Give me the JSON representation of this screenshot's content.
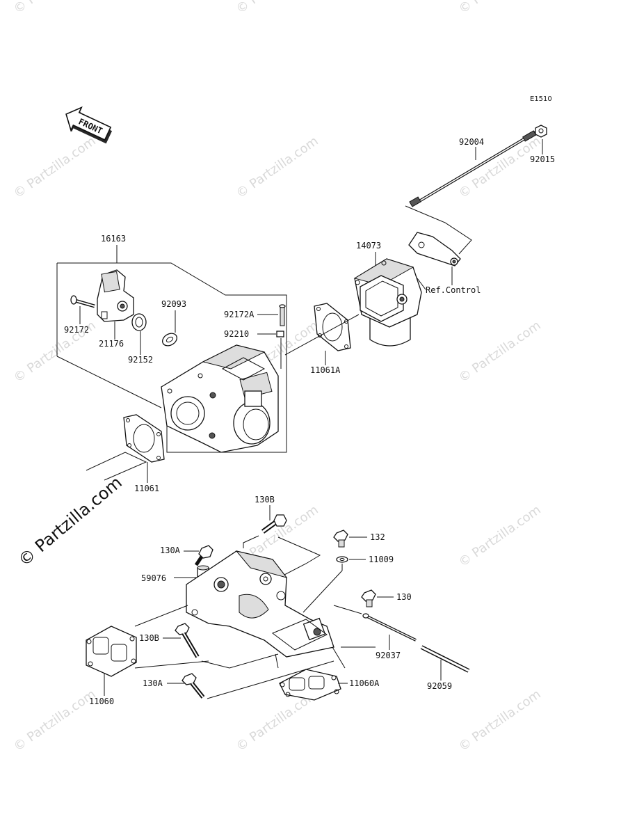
{
  "diagram": {
    "code": "E1510",
    "front_arrow_label": "FRONT",
    "ref_note": "Ref.Control",
    "watermark_text": "© Partzilla.com",
    "big_watermark_text": "© Partzilla.com"
  },
  "callouts": {
    "p92004": "92004",
    "p92015": "92015",
    "p16163": "16163",
    "p14073": "14073",
    "p92172": "92172",
    "p21176": "21176",
    "p92152": "92152",
    "p92093": "92093",
    "p92172A": "92172A",
    "p92210": "92210",
    "p11061A": "11061A",
    "p11061": "11061",
    "p130B_top": "130B",
    "p130A_top": "130A",
    "p59076": "59076",
    "p130B_bot": "130B",
    "p130A_bot": "130A",
    "p11060": "11060",
    "p132": "132",
    "p11009": "11009",
    "p130": "130",
    "p92037": "92037",
    "p11060A": "11060A",
    "p92059": "92059"
  }
}
